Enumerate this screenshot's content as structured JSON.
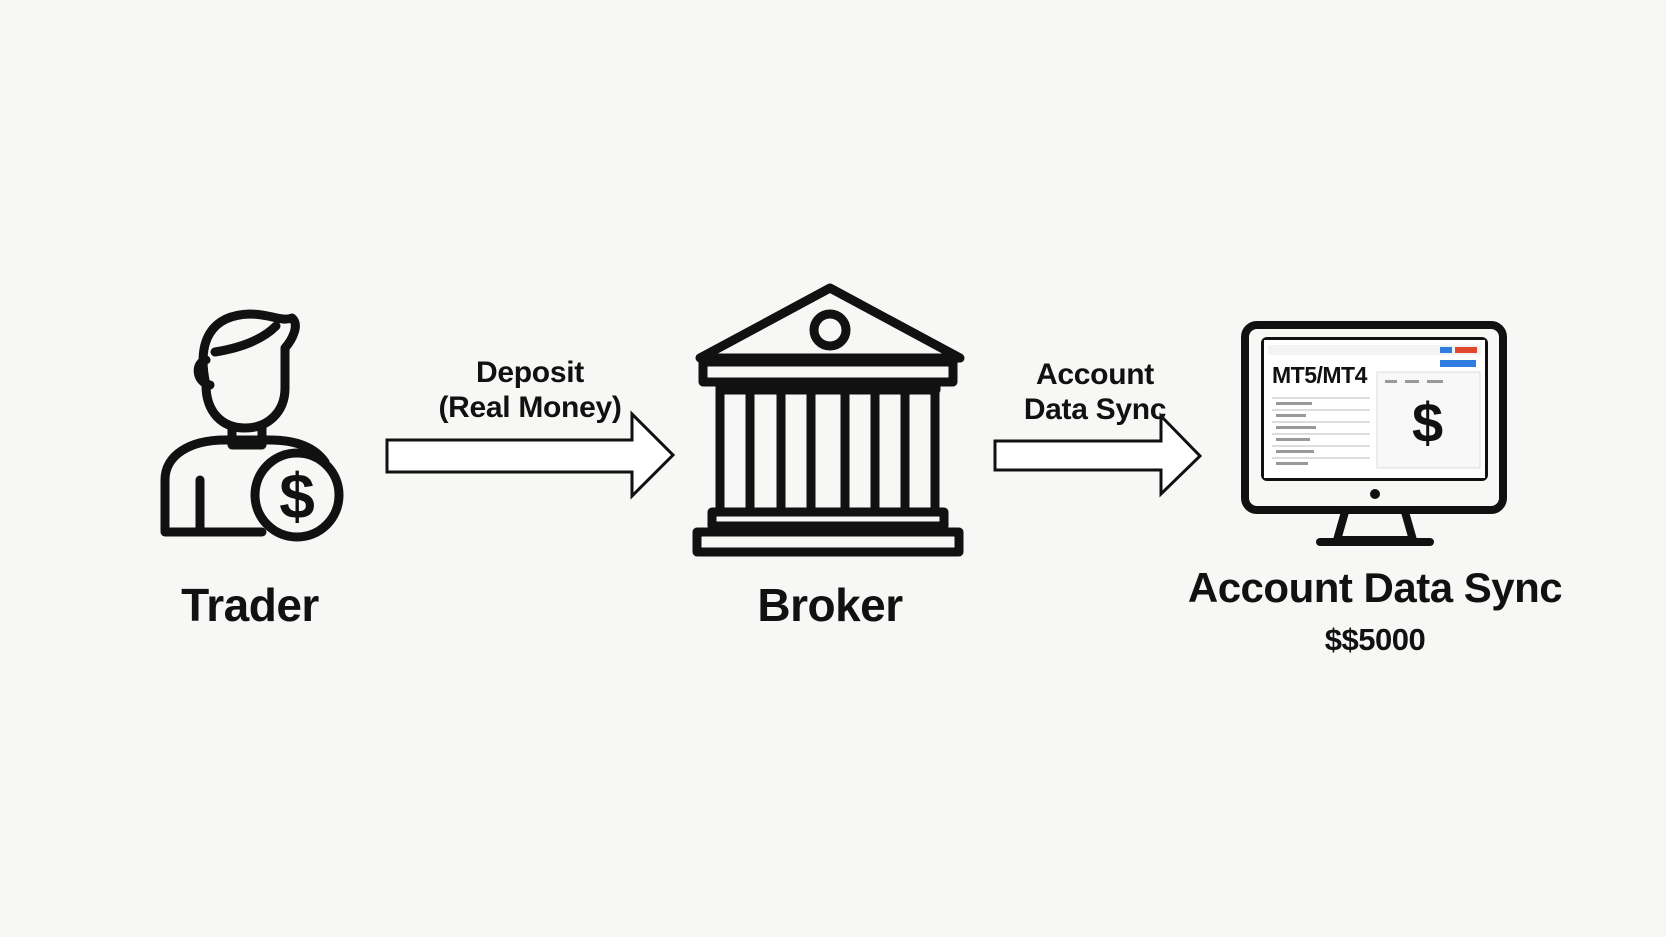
{
  "nodes": {
    "trader": {
      "label": "Trader",
      "icon": "trader-icon"
    },
    "broker": {
      "label": "Broker",
      "icon": "bank-icon"
    },
    "sync": {
      "label": "Account Data Sync",
      "value": "$$5000",
      "icon": "monitor-icon"
    }
  },
  "edges": {
    "deposit": {
      "line1": "Deposit",
      "line2": "(Real Money)"
    },
    "sync": {
      "line1": "Account",
      "line2": "Data Sync"
    }
  },
  "screen": {
    "title": "MT5/MT4",
    "symbol": "$"
  },
  "colors": {
    "background": "#f7f7f5",
    "stroke": "#111111",
    "accent_blue": "#2f7de1",
    "accent_red": "#e0482d"
  }
}
